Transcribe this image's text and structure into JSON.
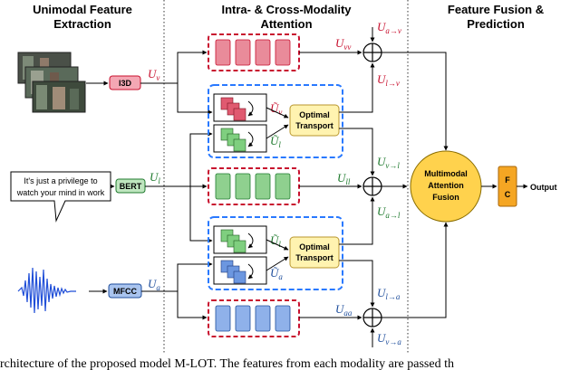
{
  "headers": {
    "extraction": [
      "Unimodal Feature",
      "Extraction"
    ],
    "attention": [
      "Intra- & Cross-Modality",
      "Attention"
    ],
    "fusion": [
      "Feature Fusion &",
      "Prediction"
    ]
  },
  "modules": {
    "i3d": "I3D",
    "bert": "BERT",
    "mfcc": "MFCC",
    "optimal_transport": [
      "Optimal",
      "Transport"
    ],
    "fusion": [
      "Multimodal",
      "Attention",
      "Fusion"
    ],
    "fc": [
      "F",
      "C"
    ],
    "output": "Output"
  },
  "bubble_text": [
    "It's just a privilege to",
    "watch your mind in work"
  ],
  "symbols": {
    "U": "U",
    "sub_v": "v",
    "sub_l": "l",
    "sub_a": "a",
    "sub_vv": "vv",
    "sub_ll": "ll",
    "sub_aa": "aa",
    "sub_a_to_v": "a→v",
    "sub_l_to_v": "l→v",
    "sub_v_to_l": "v→l",
    "sub_a_to_l": "a→l",
    "sub_l_to_a": "l→a",
    "sub_v_to_a": "v→a",
    "tilde_U": "Ũ"
  },
  "caption": "rchitecture of the proposed model M-LOT. The features from each modality are passed th",
  "colors": {
    "video": "#e0506a",
    "language": "#5cb85c",
    "audio": "#5b8fd8",
    "ot_box": "#fff3b0",
    "fusion_node": "#ffd24d",
    "fc_box": "#f5a623",
    "red_dash": "#c8102e",
    "blue_dash": "#2979ff"
  },
  "icons": [
    "video-frames-icon",
    "speech-bubble-icon",
    "waveform-icon",
    "oplus-icon"
  ]
}
